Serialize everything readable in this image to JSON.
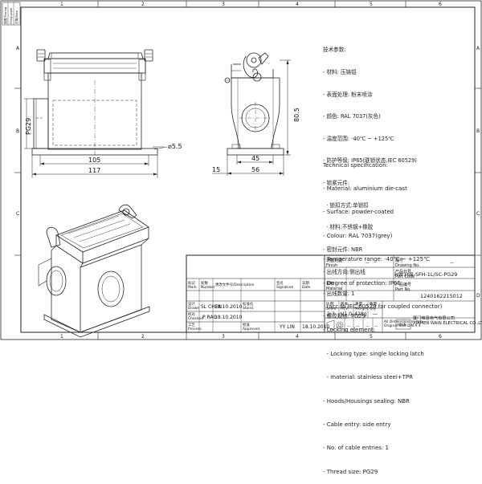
{
  "frame": {
    "columns": [
      "1",
      "2",
      "3",
      "4",
      "5",
      "6"
    ],
    "rows": [
      "A",
      "B",
      "C",
      "D"
    ],
    "side_labels": [
      "描图/Tracing",
      "Filing Label",
      "日期/Date"
    ]
  },
  "dimensions": {
    "height": "80.5",
    "pg": "PG29",
    "hole": "⌀5.5",
    "w105": "105",
    "w117": "117",
    "s15": "15",
    "s45": "45",
    "s56": "56"
  },
  "specs_cn": [
    "技术参数:",
    "- 材料: 压铸铝",
    "- 表面处理: 粉末喷涂",
    "- 颜色: RAL 7037(灰色)",
    "- 温度范围: -40℃ ~ +125℃",
    "- 防护等级: IP65(联锁状态,IEC 60529)",
    "- 锁紧元件:",
    "  · 锁扣方式:单锁扣",
    "  · 材料:不锈钢+橡胶",
    "- 密封元件: NBR",
    "- 出线方向:侧出线",
    "- 出线数量: 1",
    "- 螺纹规格: PG29"
  ],
  "specs_en": [
    "Technical specification:",
    "- Material: aluminium die-cast",
    "- Surface: powder-coated",
    "- Colour: RAL 7037(grey)",
    "- Temperature range: -40℃ ~ +125℃",
    "- Degree of protection: IP65",
    "  (acc.to IEC 60529 for coupled connector)",
    "- Locking element:",
    "  - Locking type: single locking latch",
    "  - material: stainless steel+TPR",
    "- Hoods/Housings sealing: NBR",
    "- Cable entry: side entry",
    "- No. of cable entries: 1",
    "- Thread size: PG29"
  ],
  "title_block": {
    "surface_label": "表面处理\nFinish",
    "surface_value": "—",
    "material_label": "材料\nMaterial",
    "material_value": "—",
    "drawing_label": "图号\nDrawing No.",
    "drawing_value": "—",
    "part_code_label": "产品代号\nPart Code",
    "part_code": "HW16B-SFH-1L/SC-PG29",
    "part_no_label": "产品编号\nPart No.",
    "part_no": "1240162215012",
    "scale_label": "比例\nScale",
    "scale": "2:3",
    "rev_label": "版本\nREV.",
    "rev": "V1.0",
    "weight_label": "重量\nWeight",
    "weight": "428g",
    "qty_label": "数量\nQty.",
    "qty": "—",
    "drawn_label": "设计\nDrawn",
    "drawn_by": "SL CHEN",
    "drawn_date": "18.10.2010",
    "checked_label": "校对\nChecked",
    "checked_by": "P RAO",
    "checked_date": "18.10.2010",
    "process_label": "工艺\nProcess",
    "approved_label": "批准\nApproved",
    "approved_by": "YY LIN",
    "approved_date": "18.10.2010",
    "sign_label": "签名\nSignature",
    "date_label": "日期\nDate",
    "std_label": "标准化\nStand.",
    "mark_label": "标记\nMark",
    "number_label": "处数\nNumber",
    "change_label": "更改文件号/Description",
    "note": "All Dimensions in mm\nOriginal Size DIN A 4",
    "company": "厦门唯恩电气有限公司\nXIAMEN WAIN ELECTRICAL CO.,LTD",
    "logo": "WAIN"
  }
}
